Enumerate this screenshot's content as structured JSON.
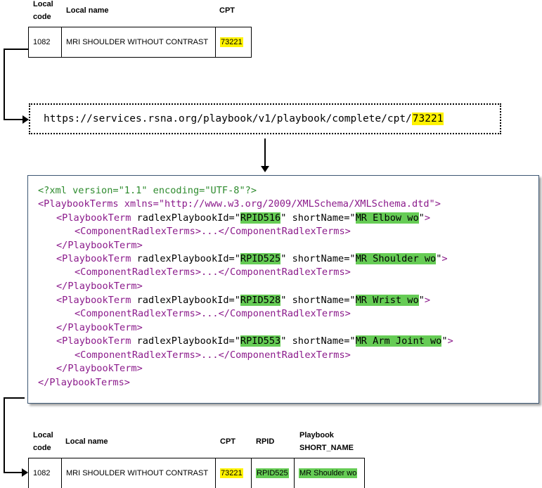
{
  "table_top": {
    "headers": [
      "Local code",
      "Local name",
      "CPT"
    ],
    "row": {
      "local_code": "1082",
      "local_name": "MRI SHOULDER WITHOUT CONTRAST",
      "cpt": "73221"
    }
  },
  "url": {
    "prefix": "https://services.rsna.org/playbook/v1/playbook/complete/cpt/",
    "cpt": "73221"
  },
  "xml": {
    "declaration": "<?xml version=\"1.1\" encoding=\"UTF-8\"?>",
    "root_open_tag": "<PlaybookTerms",
    "root_attr": " xmlns=\"http://www.w3.org/2009/XMLSchema/XMLSchema.dtd\"",
    "root_open_close": ">",
    "term_open": "<PlaybookTerm",
    "attr_id": " radlexPlaybookId=\"",
    "attr_short": "\" shortName=\"",
    "attr_end_quote": "\"",
    "tag_close": ">",
    "component": "<ComponentRadlexTerms>...</ComponentRadlexTerms>",
    "term_close": "</PlaybookTerm>",
    "root_close": "</PlaybookTerms>",
    "terms": [
      {
        "rpid": "RPID516",
        "short_name": "MR Elbow wo"
      },
      {
        "rpid": "RPID525",
        "short_name": "MR Shoulder wo"
      },
      {
        "rpid": "RPID528",
        "short_name": "MR Wrist wo"
      },
      {
        "rpid": "RPID553",
        "short_name": "MR Arm Joint wo"
      }
    ]
  },
  "table_bottom": {
    "headers": [
      "Local code",
      "Local name",
      "CPT",
      "RPID",
      "Playbook SHORT_NAME"
    ],
    "row": {
      "local_code": "1082",
      "local_name": "MRI SHOULDER WITHOUT CONTRAST",
      "cpt": "73221",
      "rpid": "RPID525",
      "short_name": "MR Shoulder wo"
    }
  },
  "colors": {
    "highlight_yellow": "#fff200",
    "highlight_green": "#66cc55",
    "xml_declaration": "#2e8b2e",
    "xml_tag": "#8b1a8b"
  }
}
